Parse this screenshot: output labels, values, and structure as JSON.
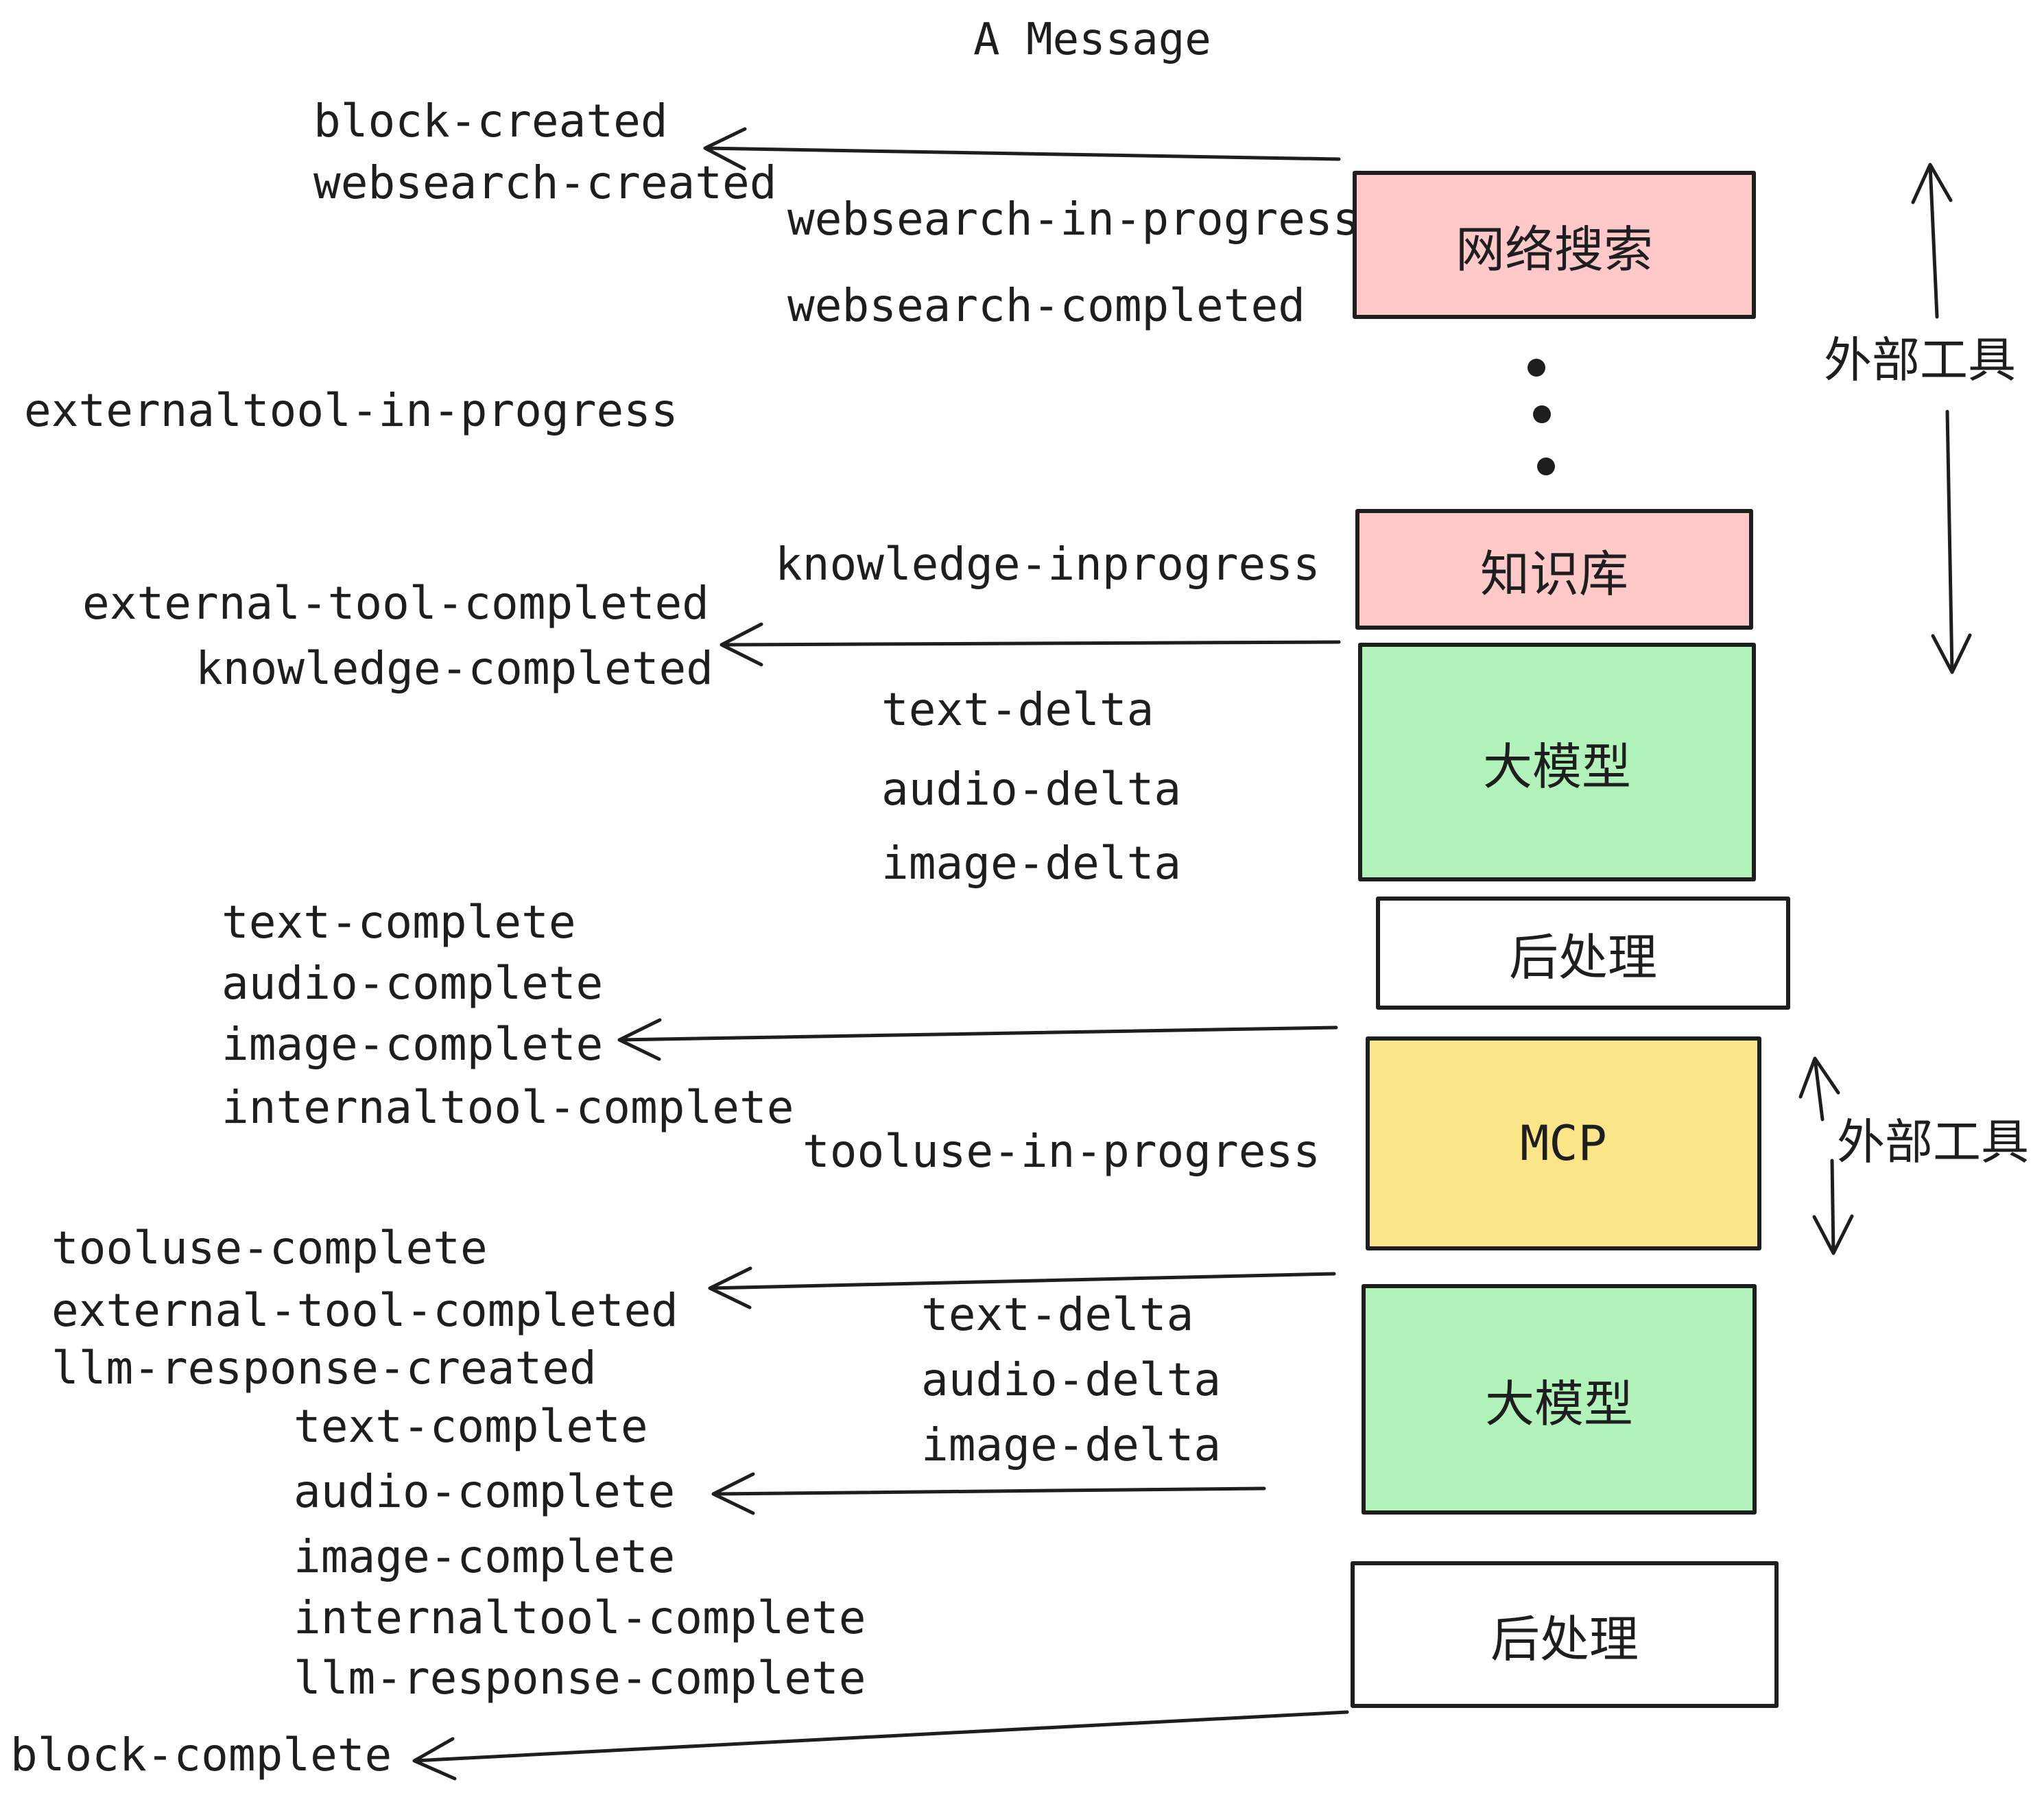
{
  "title": "A Message",
  "colors": {
    "stroke": "#1e1e1e",
    "pink": "#ffc9c9",
    "green": "#b2f2bb",
    "yellow": "#fae588",
    "white": "#ffffff"
  },
  "boxes": {
    "websearch": "网络搜索",
    "knowledge": "知识库",
    "llm": "大模型",
    "post": "后处理",
    "mcp": "MCP"
  },
  "side_labels": {
    "external_tools": "外部工具"
  },
  "events": {
    "block_created": "block-created",
    "websearch_created": "websearch-created",
    "websearch_in_progress": "websearch-in-progress",
    "websearch_completed": "websearch-completed",
    "externaltool_in_progress": "externaltool-in-progress",
    "knowledge_inprogress": "knowledge-inprogress",
    "external_tool_completed": "external-tool-completed",
    "knowledge_completed": "knowledge-completed",
    "text_delta": "text-delta",
    "audio_delta": "audio-delta",
    "image_delta": "image-delta",
    "text_complete": "text-complete",
    "audio_complete": "audio-complete",
    "image_complete": "image-complete",
    "internaltool_complete": "internaltool-complete",
    "tooluse_in_progress": "tooluse-in-progress",
    "tooluse_complete": "tooluse-complete",
    "llm_response_created": "llm-response-created",
    "llm_response_complete": "llm-response-complete",
    "block_complete": "block-complete"
  }
}
